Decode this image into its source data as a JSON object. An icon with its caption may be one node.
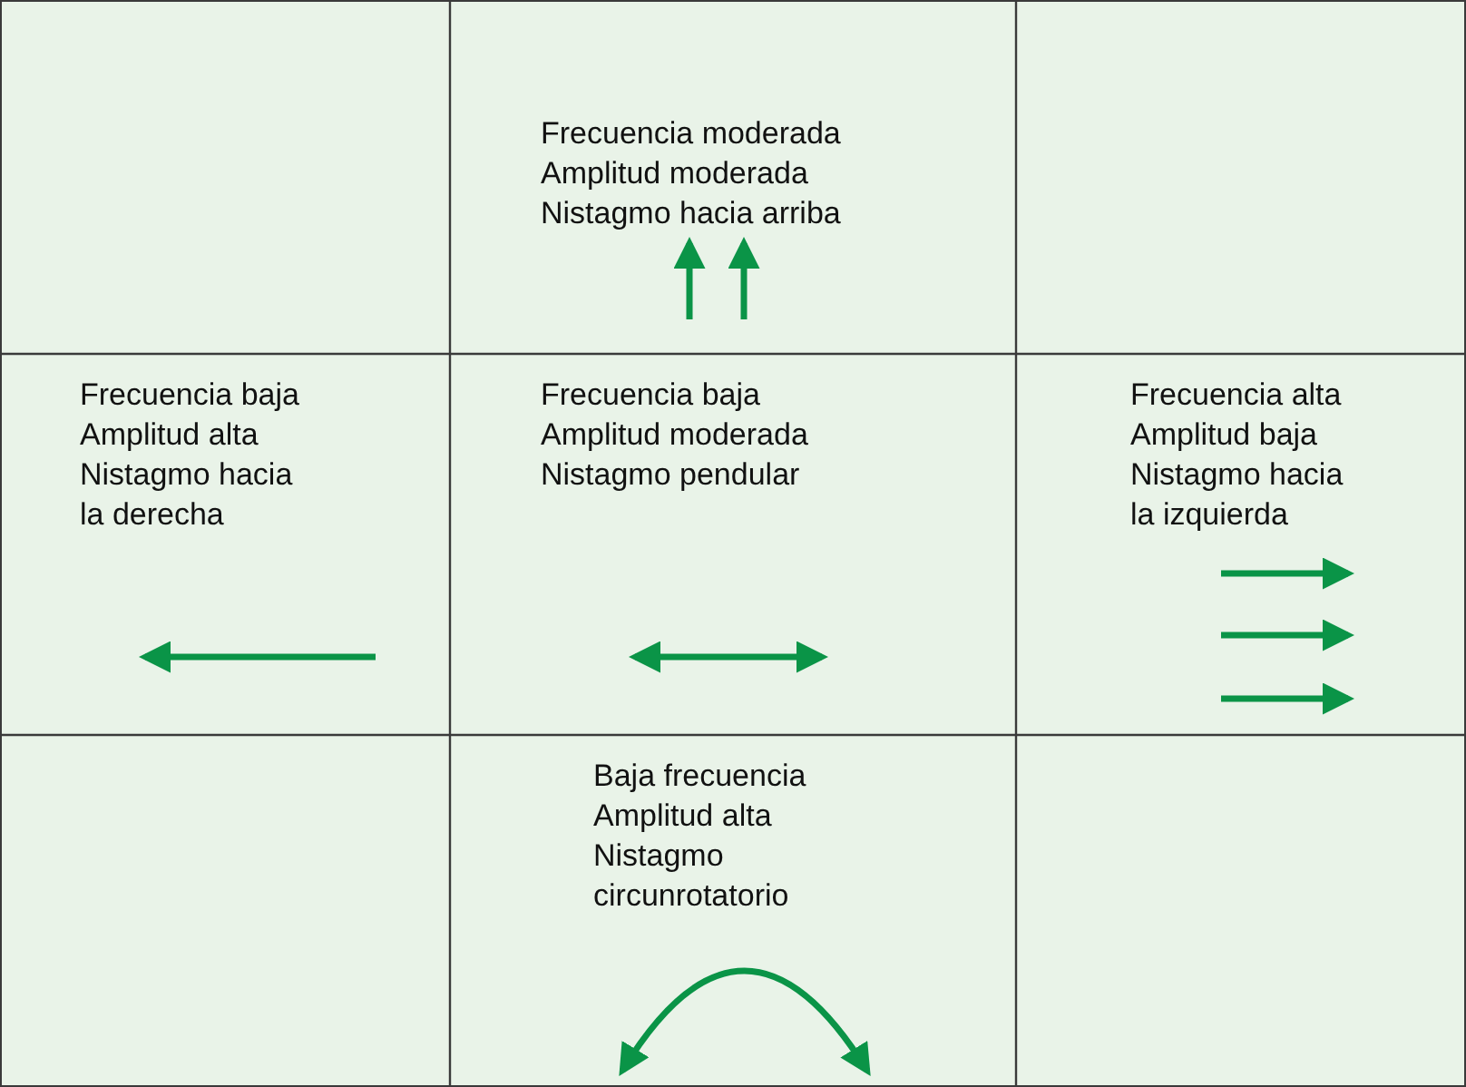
{
  "diagram": {
    "labels": [
      "Frecuencia moderada",
      "Amplitud moderada",
      "Nistagmo hacia arriba",
      "Frecuencia baja",
      "Amplitud alta",
      "Nistagmo hacia la derecha",
      "Frecuencia baja",
      "Amplitud moderada",
      "Nistagmo pendular",
      "Frecuencia alta",
      "Amplitud baja",
      "Nistagmo hacia la izquierda",
      "Baja frecuencia",
      "Amplitud alta",
      "Nistagmo circunrotatorio"
    ]
  }
}
